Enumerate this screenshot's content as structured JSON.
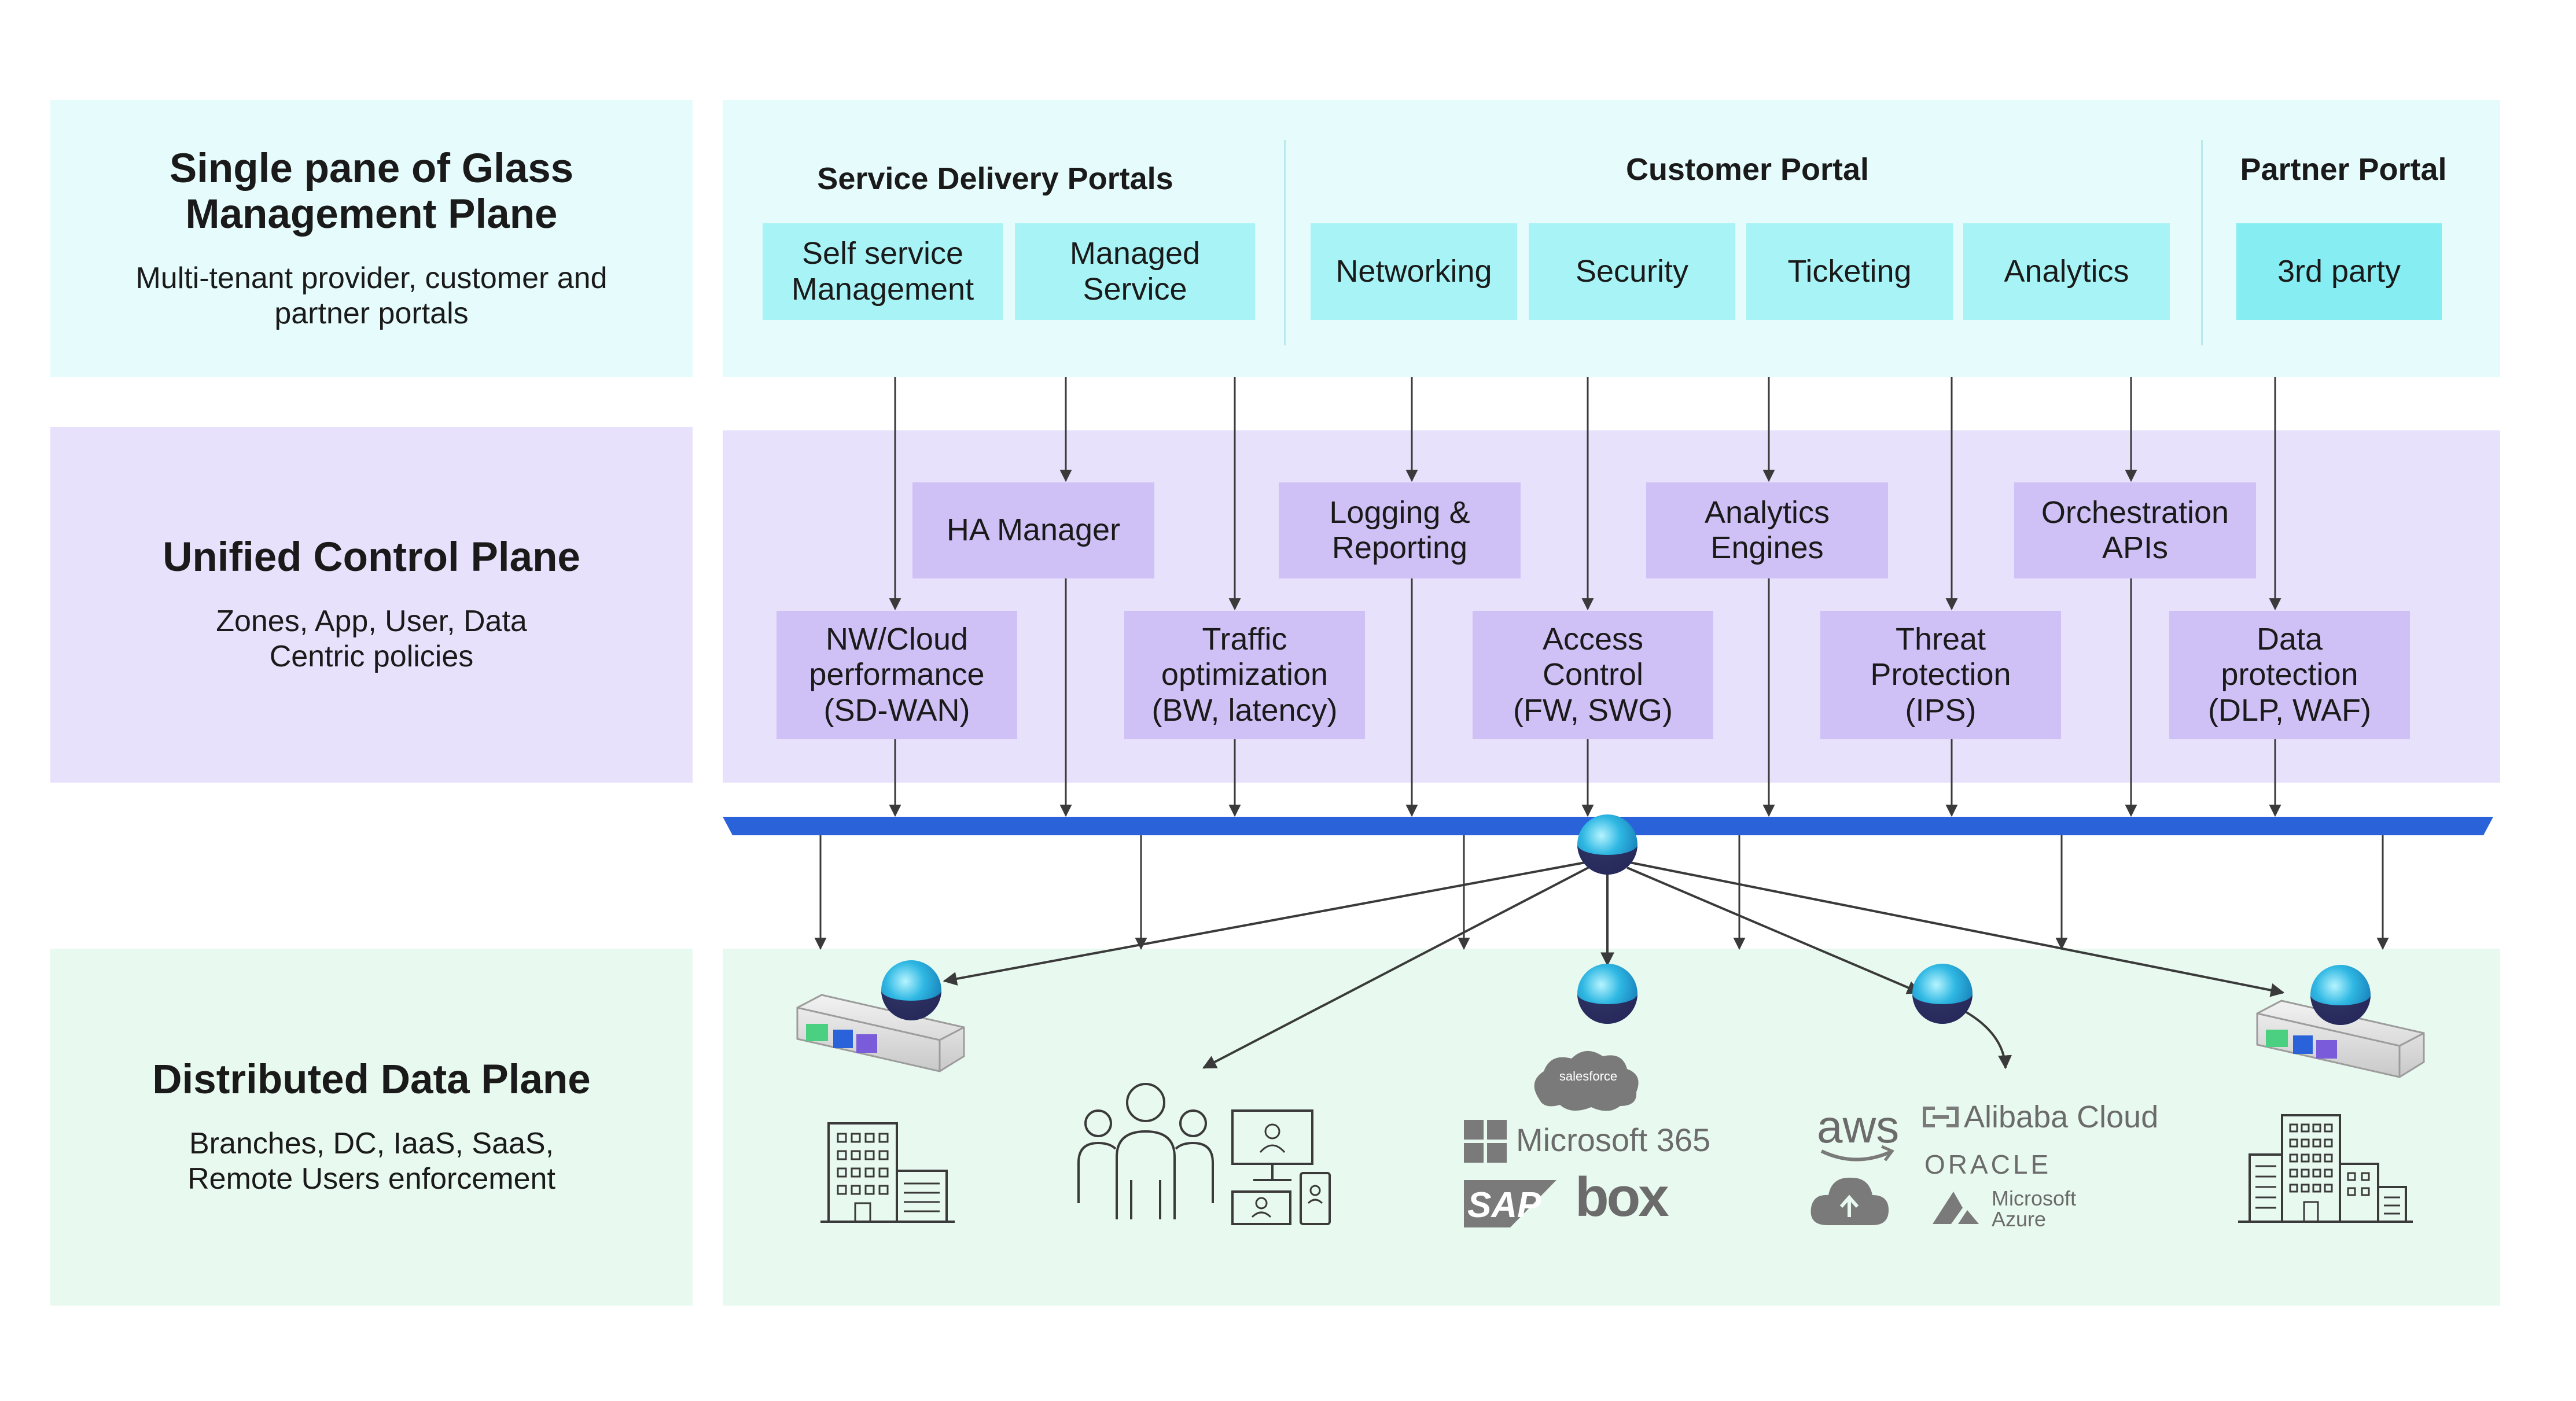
{
  "planes": {
    "management": {
      "title": "Single pane of Glass Management Plane",
      "subtitle": "Multi-tenant provider, customer and partner portals"
    },
    "control": {
      "title": "Unified Control Plane",
      "subtitle": "Zones, App, User, Data Centric policies"
    },
    "data": {
      "title": "Distributed Data Plane",
      "subtitle": "Branches, DC, IaaS, SaaS, Remote Users enforcement"
    }
  },
  "portals": {
    "service_delivery": {
      "header": "Service Delivery Portals",
      "items": [
        "Self service Management",
        "Managed Service"
      ]
    },
    "customer": {
      "header": "Customer Portal",
      "items": [
        "Networking",
        "Security",
        "Ticketing",
        "Analytics"
      ]
    },
    "partner": {
      "header": "Partner Portal",
      "items": [
        "3rd party"
      ]
    }
  },
  "control_top": [
    "HA Manager",
    "Logging & Reporting",
    "Analytics Engines",
    "Orchestration APIs"
  ],
  "control_bottom": [
    "NW/Cloud performance (SD-WAN)",
    "Traffic optimization (BW, latency)",
    "Access Control (FW, SWG)",
    "Threat Protection (IPS)",
    "Data protection (DLP, WAF)"
  ],
  "saas_logos": {
    "salesforce": "salesforce",
    "microsoft365": "Microsoft 365",
    "sap": "SAP",
    "box": "box"
  },
  "cloud_logos": {
    "aws": "aws",
    "alibaba": "Alibaba Cloud",
    "oracle": "ORACLE",
    "azure_line1": "Microsoft",
    "azure_line2": "Azure"
  },
  "colors": {
    "mgmt_bg": "#e6fbfb",
    "mgmt_box": "#a8f3f5",
    "partner_box": "#86edf2",
    "control_bg": "#e8e1fb",
    "control_box": "#cfc0f5",
    "data_bg": "#e8f9ef",
    "bus": "#2a63d9",
    "icon": "#3a3a3a"
  }
}
